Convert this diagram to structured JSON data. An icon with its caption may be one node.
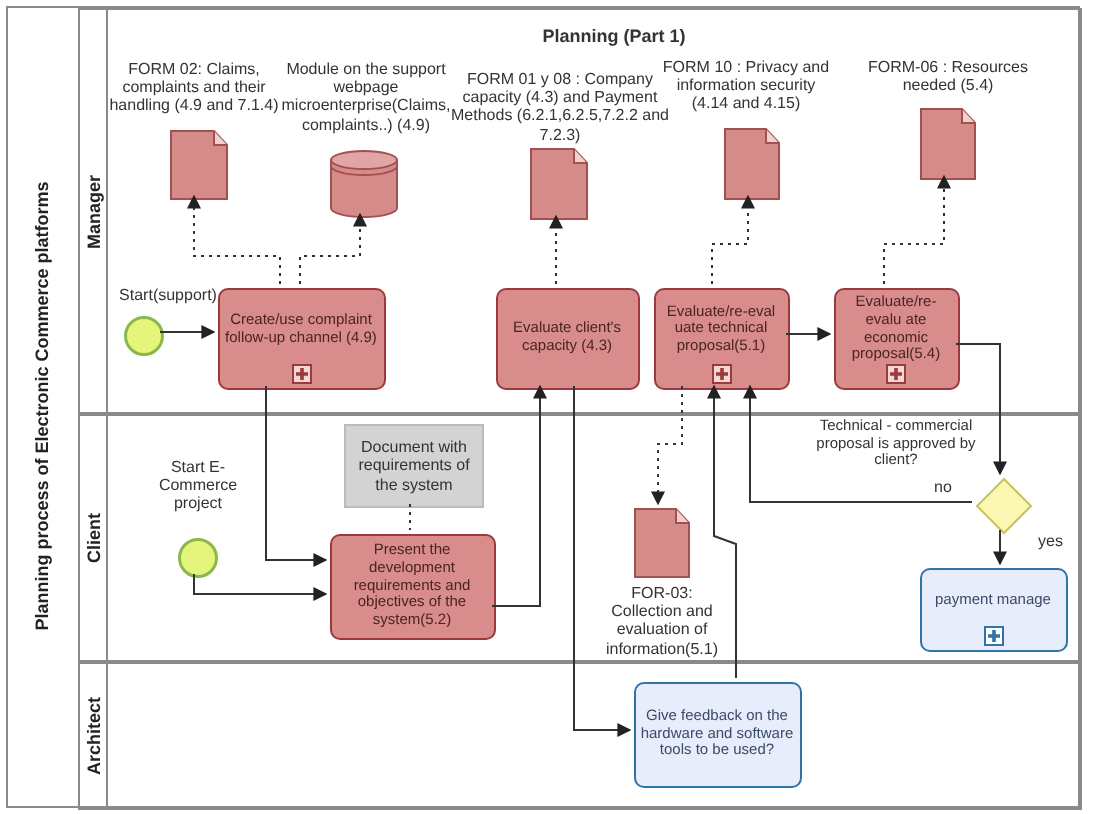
{
  "diagram": {
    "nodes": [
      {
        "text": [
          "Planning process of Electronic Commerce platforms"
        ]
      },
      {
        "text": [
          "Manager",
          "Planning (Part 1)"
        ],
        "in": 0
      },
      {
        "text": [
          "Client"
        ],
        "in": 0
      },
      {
        "text": [
          "Architect"
        ],
        "in": 0
      },
      {
        "text": [
          "FORM 02: Claims, complaints and their handling (4.9 and 7.1.4)"
        ],
        "in": 1
      },
      {
        "text": [
          "Module on the support webpage microenterprise(Claims, complaints..) (4.9)"
        ],
        "in": 1
      },
      {
        "text": [
          "FORM 01 y 08 : Company capacity (4.3) and Payment Methods (6.2.1,6.2.5,7.2.2 and 7.2.3)"
        ],
        "in": 1
      },
      {
        "text": [
          "FORM 10 :  Privacy and information security (4.14 and 4.15)"
        ],
        "in": 1
      },
      {
        "text": [
          "FORM-06 : Resources needed (5.4)"
        ],
        "in": 1
      },
      {
        "text": [
          "Start(support)"
        ],
        "in": 1
      },
      {
        "text": [
          "Create/use complaint follow-up channel (4.9)"
        ],
        "in": 1
      },
      {
        "text": [
          "Evaluate client's capacity (4.3)"
        ],
        "in": 1
      },
      {
        "text": [
          "Evaluate/re-eval uate technical proposal(5.1)"
        ],
        "in": 1
      },
      {
        "text": [
          "Evaluate/re-evalu ate economic proposal(5.4)"
        ],
        "in": 1
      },
      {
        "text": [
          "Document with requirements of the system"
        ],
        "in": 2
      },
      {
        "text": [
          "Start E-Commerce project"
        ],
        "in": 2
      },
      {
        "text": [
          "Present the development requirements and objectives of the system(5.2)"
        ],
        "in": 2
      },
      {
        "text": [
          "Technical - commercial proposal is approved by client?"
        ],
        "in": 2
      },
      {
        "text": [
          "FOR-03: Collection and evaluation of information(5.1)"
        ],
        "in": 2
      },
      {
        "text": [
          "payment manage"
        ],
        "in": 2
      },
      {
        "text": [
          "Give feedback on the hardware and software tools to be used?"
        ],
        "in": 3
      }
    ],
    "edges": [
      {
        "from": 9,
        "to": 10,
        "arrow": "to"
      },
      {
        "from": 10,
        "to": 4,
        "arrow": "to",
        "style": "dashed"
      },
      {
        "from": 10,
        "to": 5,
        "arrow": "to",
        "style": "dashed"
      },
      {
        "from": 11,
        "to": 6,
        "arrow": "to",
        "style": "dashed"
      },
      {
        "from": 12,
        "to": 7,
        "arrow": "to",
        "style": "dashed"
      },
      {
        "from": 13,
        "to": 8,
        "arrow": "to",
        "style": "dashed"
      },
      {
        "from": 12,
        "to": 18,
        "arrow": "to",
        "style": "dashed"
      },
      {
        "from": 14,
        "to": 16,
        "arrow": "none",
        "style": "dashed"
      },
      {
        "from": 10,
        "to": 16,
        "arrow": "to"
      },
      {
        "from": 15,
        "to": 16,
        "arrow": "to"
      },
      {
        "from": 16,
        "to": 11,
        "arrow": "to"
      },
      {
        "from": 11,
        "to": 20,
        "arrow": "to"
      },
      {
        "from": 20,
        "to": 12,
        "arrow": "to"
      },
      {
        "from": 12,
        "to": 13,
        "arrow": "to"
      },
      {
        "from": 13,
        "to": 17,
        "arrow": "to"
      },
      {
        "from": 17,
        "to": 12,
        "arrow": "to",
        "label": "no"
      },
      {
        "from": 17,
        "to": 19,
        "arrow": "to",
        "label": "yes"
      }
    ]
  }
}
